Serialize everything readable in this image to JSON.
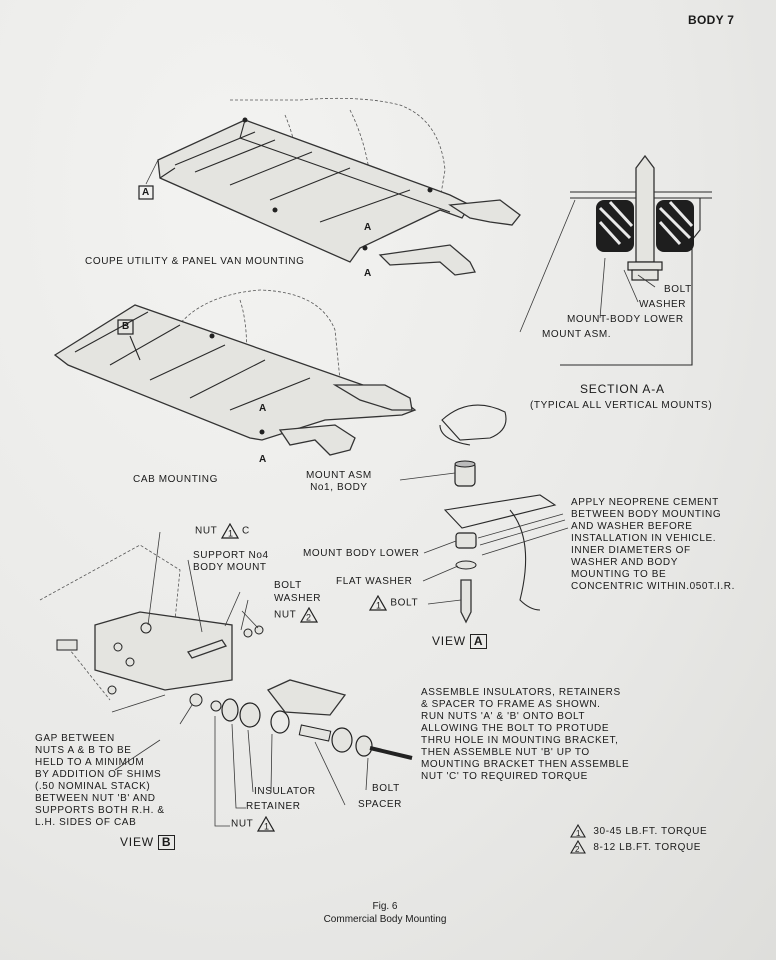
{
  "header": {
    "page_label": "BODY 7"
  },
  "views": {
    "coupe_label": "COUPE UTILITY & PANEL VAN MOUNTING",
    "cab_label": "CAB MOUNTING",
    "marker_a": "A",
    "marker_b": "B"
  },
  "section": {
    "title": "SECTION A-A",
    "subtitle": "(TYPICAL ALL VERTICAL MOUNTS)",
    "labels": [
      "BOLT",
      "WASHER",
      "MOUNT-BODY LOWER",
      "MOUNT ASM."
    ]
  },
  "view_a": {
    "mount_asm": "MOUNT ASM\nNo1, BODY",
    "mount_body_lower": "MOUNT BODY LOWER",
    "flat_washer": "FLAT WASHER",
    "bolt": "BOLT",
    "note": "APPLY NEOPRENE CEMENT\nBETWEEN BODY MOUNTING\nAND WASHER BEFORE\nINSTALLATION IN VEHICLE.\nINNER DIAMETERS OF\nWASHER AND BODY\nMOUNTING TO BE\nCONCENTRIC WITHIN.050T.I.R.",
    "view_label": "VIEW"
  },
  "view_b": {
    "nut_c": "NUT",
    "nut_c_suffix": "C",
    "support": "SUPPORT No4\nBODY MOUNT",
    "bolt": "BOLT",
    "washer": "WASHER",
    "nut": "NUT",
    "gap_note": "GAP BETWEEN\nNUTS A & B TO BE\nHELD TO A MINIMUM\nBY ADDITION OF SHIMS\n(.50 NOMINAL STACK)\nBETWEEN NUT 'B' AND\nSUPPORTS BOTH R.H. &\nL.H. SIDES OF CAB",
    "insulator": "INSULATOR",
    "retainer": "RETAINER",
    "nut_bottom": "NUT",
    "spacer": "SPACER",
    "bolt_right": "BOLT",
    "assembly_note": "ASSEMBLE INSULATORS, RETAINERS\n& SPACER TO FRAME AS SHOWN.\nRUN NUTS 'A' & 'B' ONTO BOLT\nALLOWING THE BOLT TO PROTUDE\nTHRU HOLE IN MOUNTING BRACKET,\nTHEN ASSEMBLE NUT 'B' UP TO\nMOUNTING BRACKET THEN ASSEMBLE\nNUT 'C' TO REQUIRED TORQUE",
    "view_label": "VIEW"
  },
  "torque_legend": [
    {
      "symbol": "1",
      "text": "30-45 LB.FT. TORQUE"
    },
    {
      "symbol": "2",
      "text": "8-12 LB.FT. TORQUE"
    }
  ],
  "figure": {
    "number": "Fig. 6",
    "caption": "Commercial Body Mounting"
  }
}
